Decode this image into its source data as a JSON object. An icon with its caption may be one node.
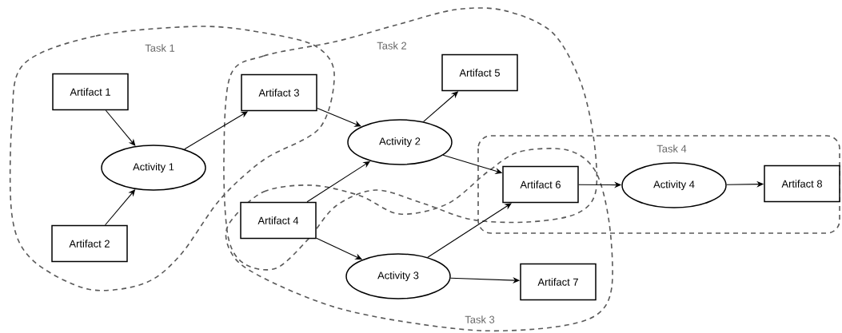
{
  "diagram": {
    "nodes": [
      {
        "text": [
          "Task 1"
        ]
      },
      {
        "text": [
          "Task 2"
        ]
      },
      {
        "text": [
          "Task 3"
        ]
      },
      {
        "text": [
          "Task 4"
        ]
      },
      {
        "text": [
          "Artifact 1"
        ],
        "in": 0
      },
      {
        "text": [
          "Artifact 2"
        ],
        "in": 0
      },
      {
        "text": [
          "Activity 1"
        ],
        "in": 0
      },
      {
        "text": [
          "Artifact 3"
        ]
      },
      {
        "text": [
          "Activity 2"
        ],
        "in": 1
      },
      {
        "text": [
          "Artifact 5"
        ],
        "in": 1
      },
      {
        "text": [
          "Artifact 4"
        ]
      },
      {
        "text": [
          "Activity 3"
        ],
        "in": 2
      },
      {
        "text": [
          "Artifact 7"
        ],
        "in": 2
      },
      {
        "text": [
          "Artifact 6"
        ]
      },
      {
        "text": [
          "Activity 4"
        ],
        "in": 3
      },
      {
        "text": [
          "Artifact 8"
        ],
        "in": 3
      }
    ],
    "edges": [
      {
        "from": 4,
        "to": 6,
        "arrow": "to"
      },
      {
        "from": 5,
        "to": 6,
        "arrow": "to"
      },
      {
        "from": 6,
        "to": 7,
        "arrow": "to"
      },
      {
        "from": 7,
        "to": 8,
        "arrow": "to"
      },
      {
        "from": 8,
        "to": 9,
        "arrow": "to"
      },
      {
        "from": 8,
        "to": 13,
        "arrow": "to"
      },
      {
        "from": 10,
        "to": 8,
        "arrow": "to"
      },
      {
        "from": 10,
        "to": 11,
        "arrow": "to"
      },
      {
        "from": 11,
        "to": 13,
        "arrow": "to"
      },
      {
        "from": 11,
        "to": 12,
        "arrow": "to"
      },
      {
        "from": 13,
        "to": 14,
        "arrow": "to"
      },
      {
        "from": 14,
        "to": 15,
        "arrow": "to"
      }
    ]
  }
}
